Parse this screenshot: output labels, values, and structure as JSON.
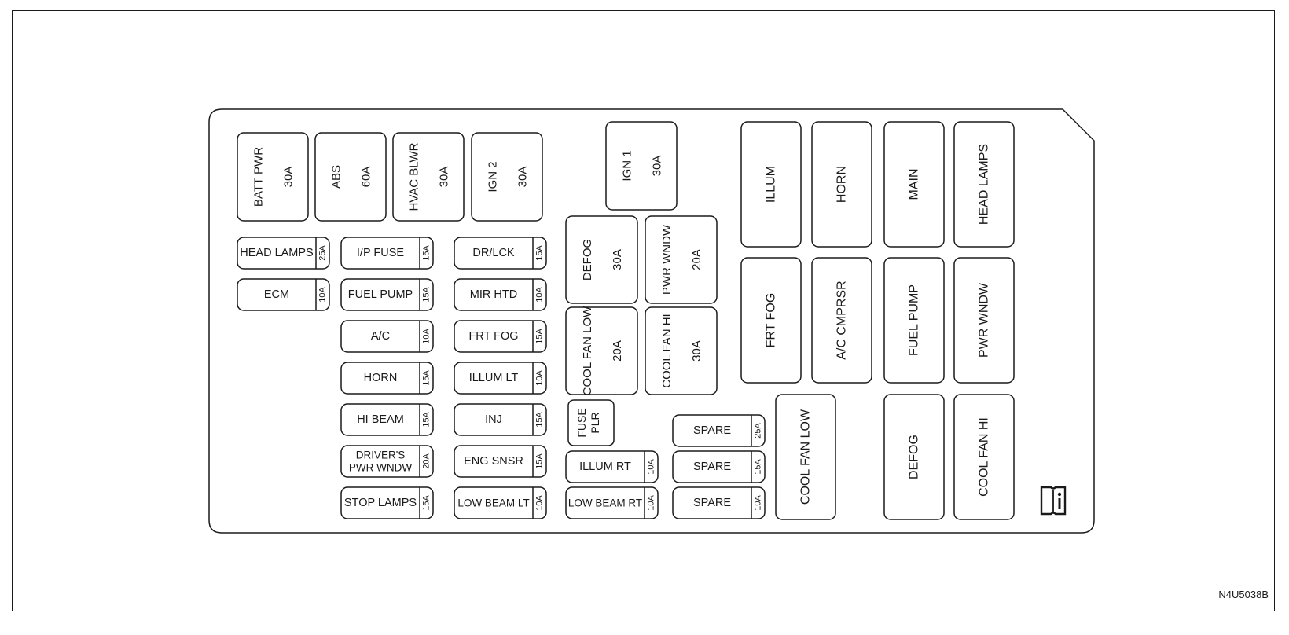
{
  "figure_code": "N4U5038B",
  "colors": {
    "line": "#1a1a1a",
    "background": "#ffffff"
  },
  "large_fuses": [
    {
      "label": "BATT PWR",
      "rating": "30A"
    },
    {
      "label": "ABS",
      "rating": "60A"
    },
    {
      "label": "HVAC BLWR",
      "rating": "30A"
    },
    {
      "label": "IGN 2",
      "rating": "30A"
    },
    {
      "label": "IGN 1",
      "rating": "30A"
    },
    {
      "label": "DEFOG",
      "rating": "30A"
    },
    {
      "label": "PWR WNDW",
      "rating": "20A"
    },
    {
      "label": "COOL FAN LOW",
      "rating": "20A"
    },
    {
      "label": "COOL FAN HI",
      "rating": "30A"
    }
  ],
  "mini_fuses": [
    {
      "label": "HEAD LAMPS",
      "rating": "25A"
    },
    {
      "label": "ECM",
      "rating": "10A"
    },
    {
      "label": "I/P FUSE",
      "rating": "15A"
    },
    {
      "label": "FUEL PUMP",
      "rating": "15A"
    },
    {
      "label": "A/C",
      "rating": "10A"
    },
    {
      "label": "HORN",
      "rating": "15A"
    },
    {
      "label": "HI BEAM",
      "rating": "15A"
    },
    {
      "label": "DRIVER'S PWR WNDW",
      "rating": "20A"
    },
    {
      "label": "STOP LAMPS",
      "rating": "15A"
    },
    {
      "label": "DR/LCK",
      "rating": "15A"
    },
    {
      "label": "MIR HTD",
      "rating": "10A"
    },
    {
      "label": "FRT FOG",
      "rating": "15A"
    },
    {
      "label": "ILLUM LT",
      "rating": "10A"
    },
    {
      "label": "INJ",
      "rating": "15A"
    },
    {
      "label": "ENG SNSR",
      "rating": "15A"
    },
    {
      "label": "LOW BEAM LT",
      "rating": "10A"
    },
    {
      "label": "ILLUM RT",
      "rating": "10A"
    },
    {
      "label": "LOW BEAM RT",
      "rating": "10A"
    },
    {
      "label": "SPARE",
      "rating": "25A"
    },
    {
      "label": "SPARE",
      "rating": "15A"
    },
    {
      "label": "SPARE",
      "rating": "10A"
    }
  ],
  "fuse_puller": {
    "label": "FUSE PLR"
  },
  "relays": [
    {
      "label": "ILLUM"
    },
    {
      "label": "HORN"
    },
    {
      "label": "MAIN"
    },
    {
      "label": "HEAD LAMPS"
    },
    {
      "label": "FRT FOG"
    },
    {
      "label": "A/C CMPRSR"
    },
    {
      "label": "FUEL PUMP"
    },
    {
      "label": "PWR WNDW"
    },
    {
      "label": "COOL FAN LOW"
    },
    {
      "label": "DEFOG"
    },
    {
      "label": "COOL FAN HI"
    }
  ],
  "icons": {
    "manual": "book-info-icon"
  }
}
